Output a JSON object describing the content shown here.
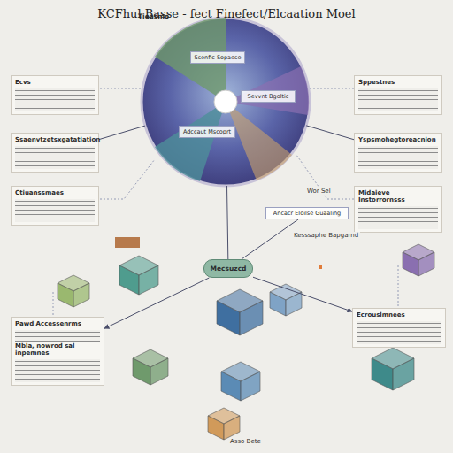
{
  "diagram": {
    "title": "KCFhul Basse - fect Finefect/Elcaation Moel",
    "nodes": [
      {
        "text": [
          "Tieasmo"
        ]
      },
      {
        "text": [
          "Ssenfic Sopaese"
        ],
        "in": 0
      },
      {
        "text": [
          "Sevvnt Bgoltic"
        ],
        "in": 0
      },
      {
        "text": [
          "Adccaut Mscoprt"
        ],
        "in": 0
      },
      {
        "text": [
          "Ecvs"
        ]
      },
      {
        "text": [
          "Ssaenvtzetsxgatatiation"
        ]
      },
      {
        "text": [
          "Ctiuanssmaes"
        ]
      },
      {
        "text": [
          "Sppestnes"
        ]
      },
      {
        "text": [
          "Yspsmohegtoreacnion"
        ]
      },
      {
        "text": [
          "Midaieve Instorrornsss"
        ]
      },
      {
        "text": [
          "Ancacr Eloilse Guaaling"
        ]
      },
      {
        "text": [
          "Mecsuzcd"
        ]
      },
      {
        "text": [
          "Pawd Accessenrms",
          "Mbla, nowrod sal inpemnes"
        ]
      },
      {
        "text": [
          "Ecrouslmnees"
        ]
      }
    ],
    "edges": [
      {
        "from": 0,
        "to": 11,
        "arrow": "none"
      },
      {
        "from": 10,
        "to": 11,
        "arrow": "none"
      },
      {
        "from": 11,
        "to": 12,
        "arrow": "to"
      },
      {
        "from": 11,
        "to": 13,
        "arrow": "to"
      },
      {
        "from": 5,
        "to": 0,
        "arrow": "none"
      },
      {
        "from": 8,
        "to": 0,
        "arrow": "none"
      }
    ],
    "labels": [
      "Kesssaphe Bapgarnd",
      "Wor Sel",
      "Asso Bete"
    ]
  }
}
